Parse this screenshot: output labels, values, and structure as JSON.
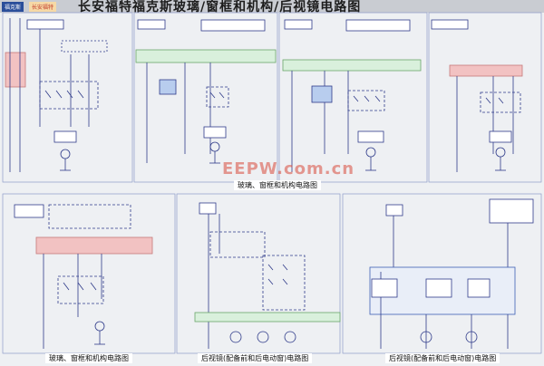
{
  "title": "长安福特福克斯玻璃/窗框和机构/后视镜电路图",
  "brand": {
    "a": "福克斯",
    "b": "长安福特"
  },
  "captions": {
    "mid": "玻璃、窗框和机构电路图",
    "bl": "玻璃、窗框和机构电路图",
    "bm": "后视镜(配备前和后电动窗)电路图",
    "br": "后视镜(配备前和后电动窗)电路图"
  },
  "watermark": "EEPW.com.cn",
  "colors": {
    "wire": "#2f3b8a",
    "pink": "#f2c2c2",
    "green": "#6aa56b",
    "blue_box": "#3d5fb3"
  }
}
